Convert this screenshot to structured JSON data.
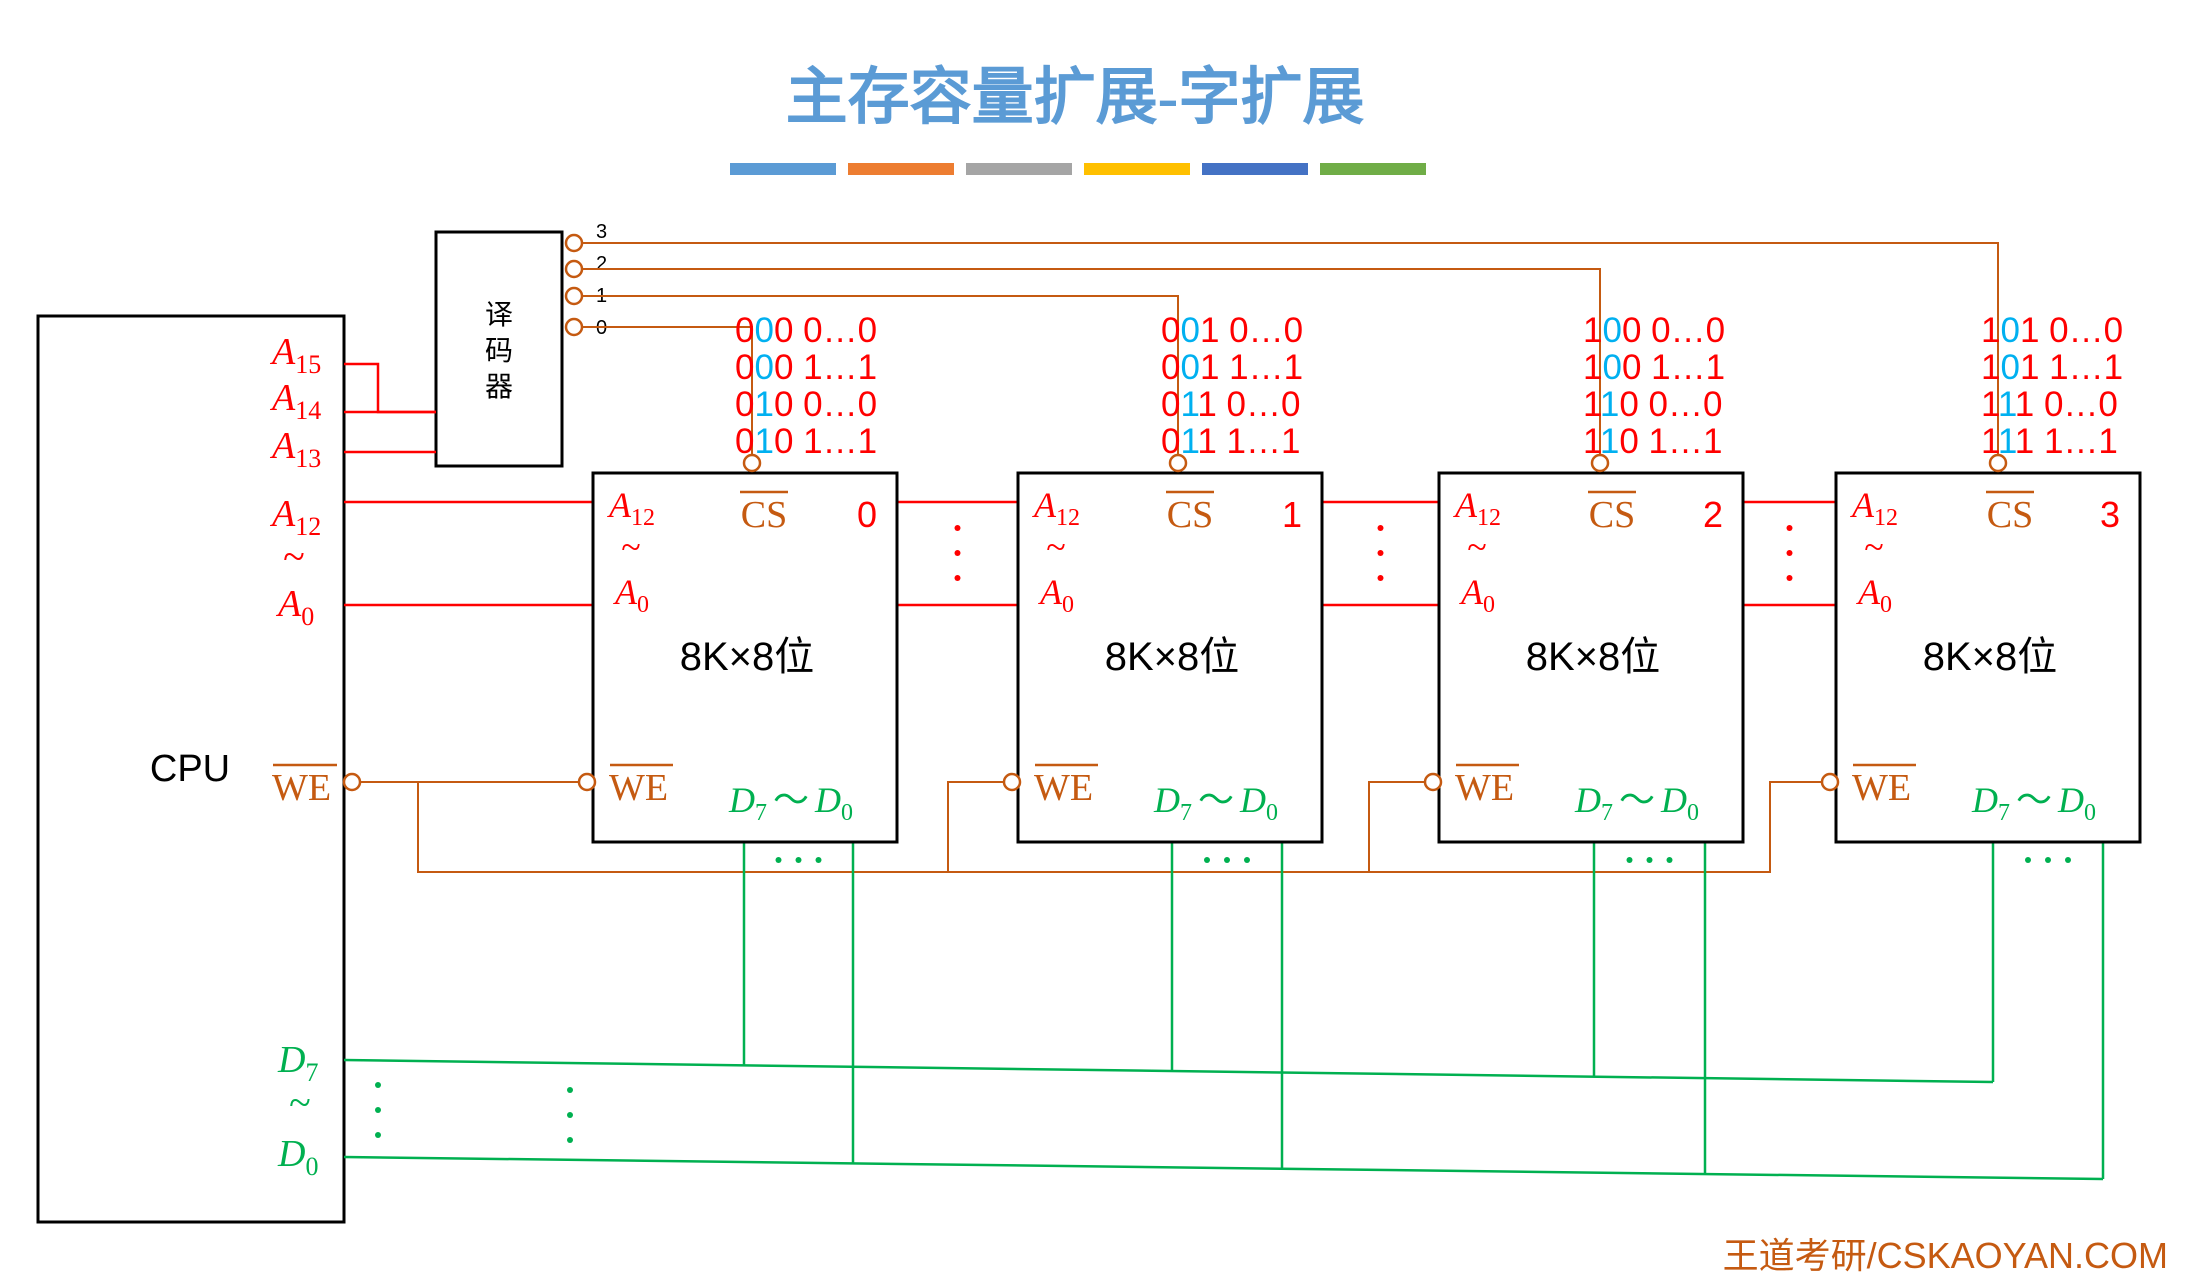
{
  "title": "主存容量扩展-字扩展",
  "title_bar_colors": [
    "#5b9bd5",
    "#ed7d31",
    "#a5a5a5",
    "#ffc000",
    "#4472c4",
    "#70ad47"
  ],
  "colors": {
    "address": "#ff0000",
    "control": "#c55a11",
    "data": "#00b050",
    "title": "#5b9bd5",
    "highlight_bit": "#00b0f0"
  },
  "cpu": {
    "label": "CPU",
    "pins": {
      "a15": {
        "base": "A",
        "sub": "15"
      },
      "a14": {
        "base": "A",
        "sub": "14"
      },
      "a13": {
        "base": "A",
        "sub": "13"
      },
      "a12": {
        "base": "A",
        "sub": "12"
      },
      "a0": {
        "base": "A",
        "sub": "0"
      },
      "tilde": "~",
      "we": "WE",
      "d7": {
        "base": "D",
        "sub": "7"
      },
      "d0": {
        "base": "D",
        "sub": "0"
      }
    }
  },
  "decoder": {
    "label_chars": [
      "译",
      "码",
      "器"
    ],
    "outputs": [
      "3",
      "2",
      "1",
      "0"
    ]
  },
  "chip_labels": {
    "a12": {
      "base": "A",
      "sub": "12"
    },
    "a0": {
      "base": "A",
      "sub": "0"
    },
    "tilde": "~",
    "cs": "CS",
    "we": "WE",
    "d7": {
      "base": "D",
      "sub": "7"
    },
    "d0": {
      "base": "D",
      "sub": "0"
    },
    "d_tilde": "～",
    "size": "8K×8位"
  },
  "chips": [
    {
      "index": "0",
      "addresses": [
        [
          "0",
          "0",
          "0",
          " 0…0"
        ],
        [
          "0",
          "0",
          "0",
          " 1…1"
        ],
        [
          "0",
          "1",
          "0",
          " 0…0"
        ],
        [
          "0",
          "1",
          "0",
          " 1…1"
        ]
      ]
    },
    {
      "index": "1",
      "addresses": [
        [
          "0",
          "0",
          "1",
          " 0…0"
        ],
        [
          "0",
          "0",
          "1",
          " 1…1"
        ],
        [
          "0",
          "1",
          "1",
          " 0…0"
        ],
        [
          "0",
          "1",
          "1",
          " 1…1"
        ]
      ]
    },
    {
      "index": "2",
      "addresses": [
        [
          "1",
          "0",
          "0",
          " 0…0"
        ],
        [
          "1",
          "0",
          "0",
          " 1…1"
        ],
        [
          "1",
          "1",
          "0",
          " 0…0"
        ],
        [
          "1",
          "1",
          "0",
          " 1…1"
        ]
      ]
    },
    {
      "index": "3",
      "addresses": [
        [
          "1",
          "0",
          "1",
          " 0…0"
        ],
        [
          "1",
          "0",
          "1",
          " 1…1"
        ],
        [
          "1",
          "1",
          "1",
          " 0…0"
        ],
        [
          "1",
          "1",
          "1",
          " 1…1"
        ]
      ]
    }
  ],
  "ellipsis_dots": "…",
  "footer": "王道考研/CSKAOYAN.COM"
}
